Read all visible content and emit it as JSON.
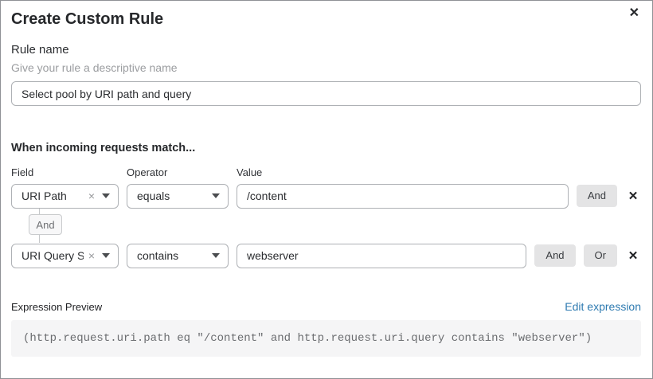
{
  "dialog": {
    "title": "Create Custom Rule"
  },
  "icons": {
    "close": "✕",
    "remove": "✕",
    "clear": "×",
    "caret": "caret-down"
  },
  "rule_name": {
    "label": "Rule name",
    "hint": "Give your rule a descriptive name",
    "value": "Select pool by URI path and query"
  },
  "matcher": {
    "heading": "When incoming requests match...",
    "columns": {
      "field": "Field",
      "operator": "Operator",
      "value": "Value"
    },
    "connector_label": "And",
    "rows": [
      {
        "field": "URI Path",
        "operator": "equals",
        "value": "/content",
        "and_label": "And"
      },
      {
        "field": "URI Query St...",
        "operator": "contains",
        "value": "webserver",
        "and_label": "And",
        "or_label": "Or"
      }
    ]
  },
  "expression": {
    "label": "Expression Preview",
    "edit_link": "Edit expression",
    "code": "(http.request.uri.path eq \"/content\" and http.request.uri.query contains \"webserver\")"
  },
  "colors": {
    "link_blue": "#2f7bb1",
    "button_gray": "#e4e4e5",
    "input_border": "#aeb1b5",
    "code_background": "#f5f5f6",
    "text_dark": "#26282b",
    "text_muted": "#9b9da0"
  }
}
